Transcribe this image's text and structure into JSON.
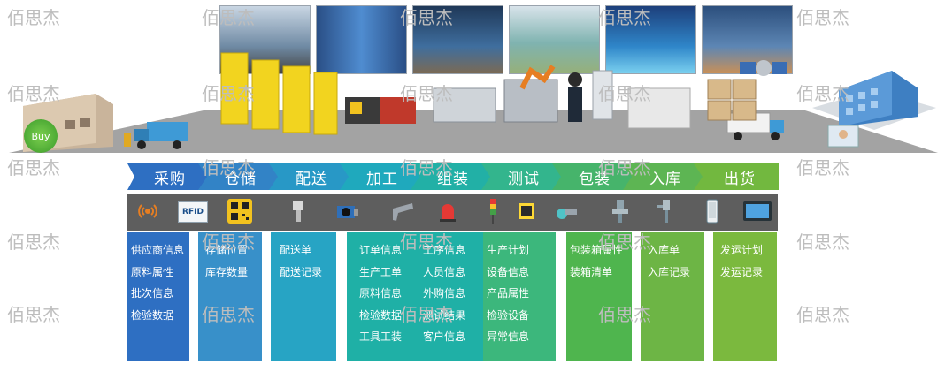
{
  "watermark": "佰思杰",
  "buy_label": "Buy",
  "rfid_label": "RFID",
  "steps": [
    "采购",
    "仓储",
    "配送",
    "加工",
    "组装",
    "测试",
    "包装",
    "入库",
    "出货"
  ],
  "colors": {
    "procure": "#2e6fc2",
    "storage": "#3890c9",
    "delivery": "#27a4c4",
    "process": "#1fb0a6",
    "test": "#3cb77c",
    "pack": "#4fb54e",
    "store_in": "#6db545",
    "ship": "#7bb93e",
    "iconbar": "#5e5e5e",
    "floor": "#9c9c9c"
  },
  "columns": {
    "procure": [
      "供应商信息",
      "原料属性",
      "批次信息",
      "检验数据"
    ],
    "storage": [
      "存储位置",
      "库存数量"
    ],
    "delivery": [
      "配送单",
      "配送记录"
    ],
    "process_a": [
      "订单信息",
      "生产工单",
      "原料信息",
      "检验数据",
      "工具工装"
    ],
    "process_b": [
      "工序信息",
      "人员信息",
      "外购信息",
      "测试结果",
      "客户信息"
    ],
    "process_c": [
      "生产计划",
      "设备信息",
      "产品属性",
      "检验设备",
      "异常信息"
    ],
    "pack": [
      "包装箱属性",
      "装箱清单"
    ],
    "store_in": [
      "入库单",
      "入库记录"
    ],
    "ship": [
      "发运计划",
      "发运记录"
    ]
  },
  "icons": [
    "rfid-antenna-icon",
    "rfid-reader-icon",
    "qr-code-icon",
    "barcode-scanner-icon",
    "industrial-camera-icon",
    "handheld-scanner-icon",
    "alarm-light-icon",
    "signal-tower-icon",
    "sensor-module-icon",
    "robot-arm-icon",
    "welding-station-icon",
    "torque-tool-icon",
    "smartphone-icon",
    "tablet-icon"
  ]
}
